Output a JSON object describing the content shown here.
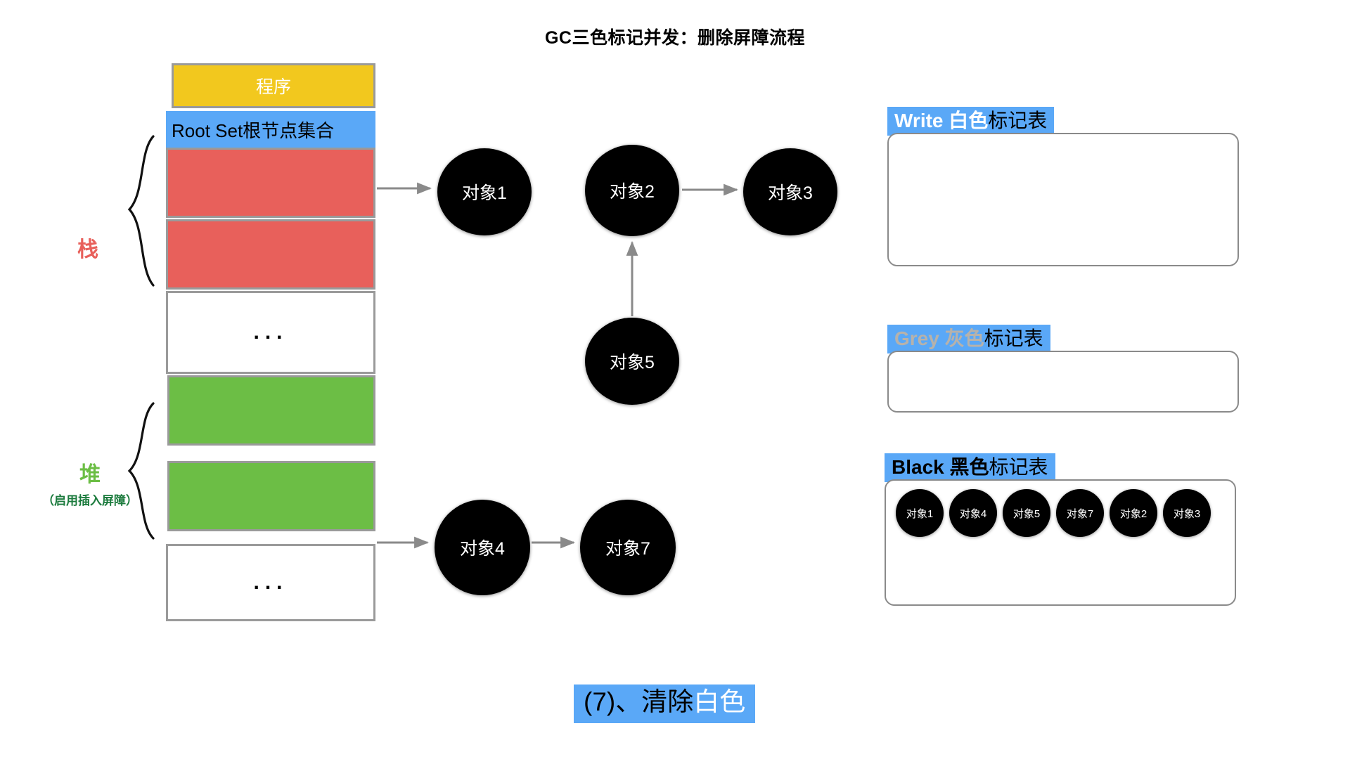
{
  "title": "GC三色标记并发：删除屏障流程",
  "memory": {
    "program_label": "程序",
    "root_set_label": "Root Set根节点集合",
    "dots": "...",
    "stack_label": "栈",
    "heap_label": "堆",
    "heap_sub_label": "（启用插入屏障）",
    "stack_cells": [
      "",
      ""
    ],
    "heap_cells": [
      "",
      ""
    ]
  },
  "objects": {
    "obj1": "对象1",
    "obj2": "对象2",
    "obj3": "对象3",
    "obj4": "对象4",
    "obj5": "对象5",
    "obj7": "对象7"
  },
  "edges": [
    {
      "from": "root-set-stack-1",
      "to": "obj1"
    },
    {
      "from": "obj2",
      "to": "obj3"
    },
    {
      "from": "obj5",
      "to": "obj2"
    },
    {
      "from": "heap-cell-2",
      "to": "obj4"
    },
    {
      "from": "obj4",
      "to": "obj7"
    }
  ],
  "tables": {
    "white": {
      "en": "Write",
      "cn_hi": " 白色",
      "cn_rest": "标记表",
      "items": []
    },
    "grey": {
      "en": "Grey",
      "cn_hi": " 灰色",
      "cn_rest": "标记表",
      "items": []
    },
    "black": {
      "en": "Black",
      "cn_hi": " 黑色",
      "cn_rest": "标记表",
      "items": [
        "对象1",
        "对象4",
        "对象5",
        "对象7",
        "对象2",
        "对象3"
      ]
    }
  },
  "caption": {
    "prefix": "(7)、清除",
    "highlight": "白色"
  },
  "colors": {
    "program": "#f2c81e",
    "root_set": "#5aa8f7",
    "stack": "#e8605b",
    "heap": "#6cbe45",
    "object": "#000000",
    "highlight": "#5aa8f7",
    "grey_text": "#b7b2ab",
    "border": "#9a9a9a",
    "arrow": "#8a8a8a"
  }
}
